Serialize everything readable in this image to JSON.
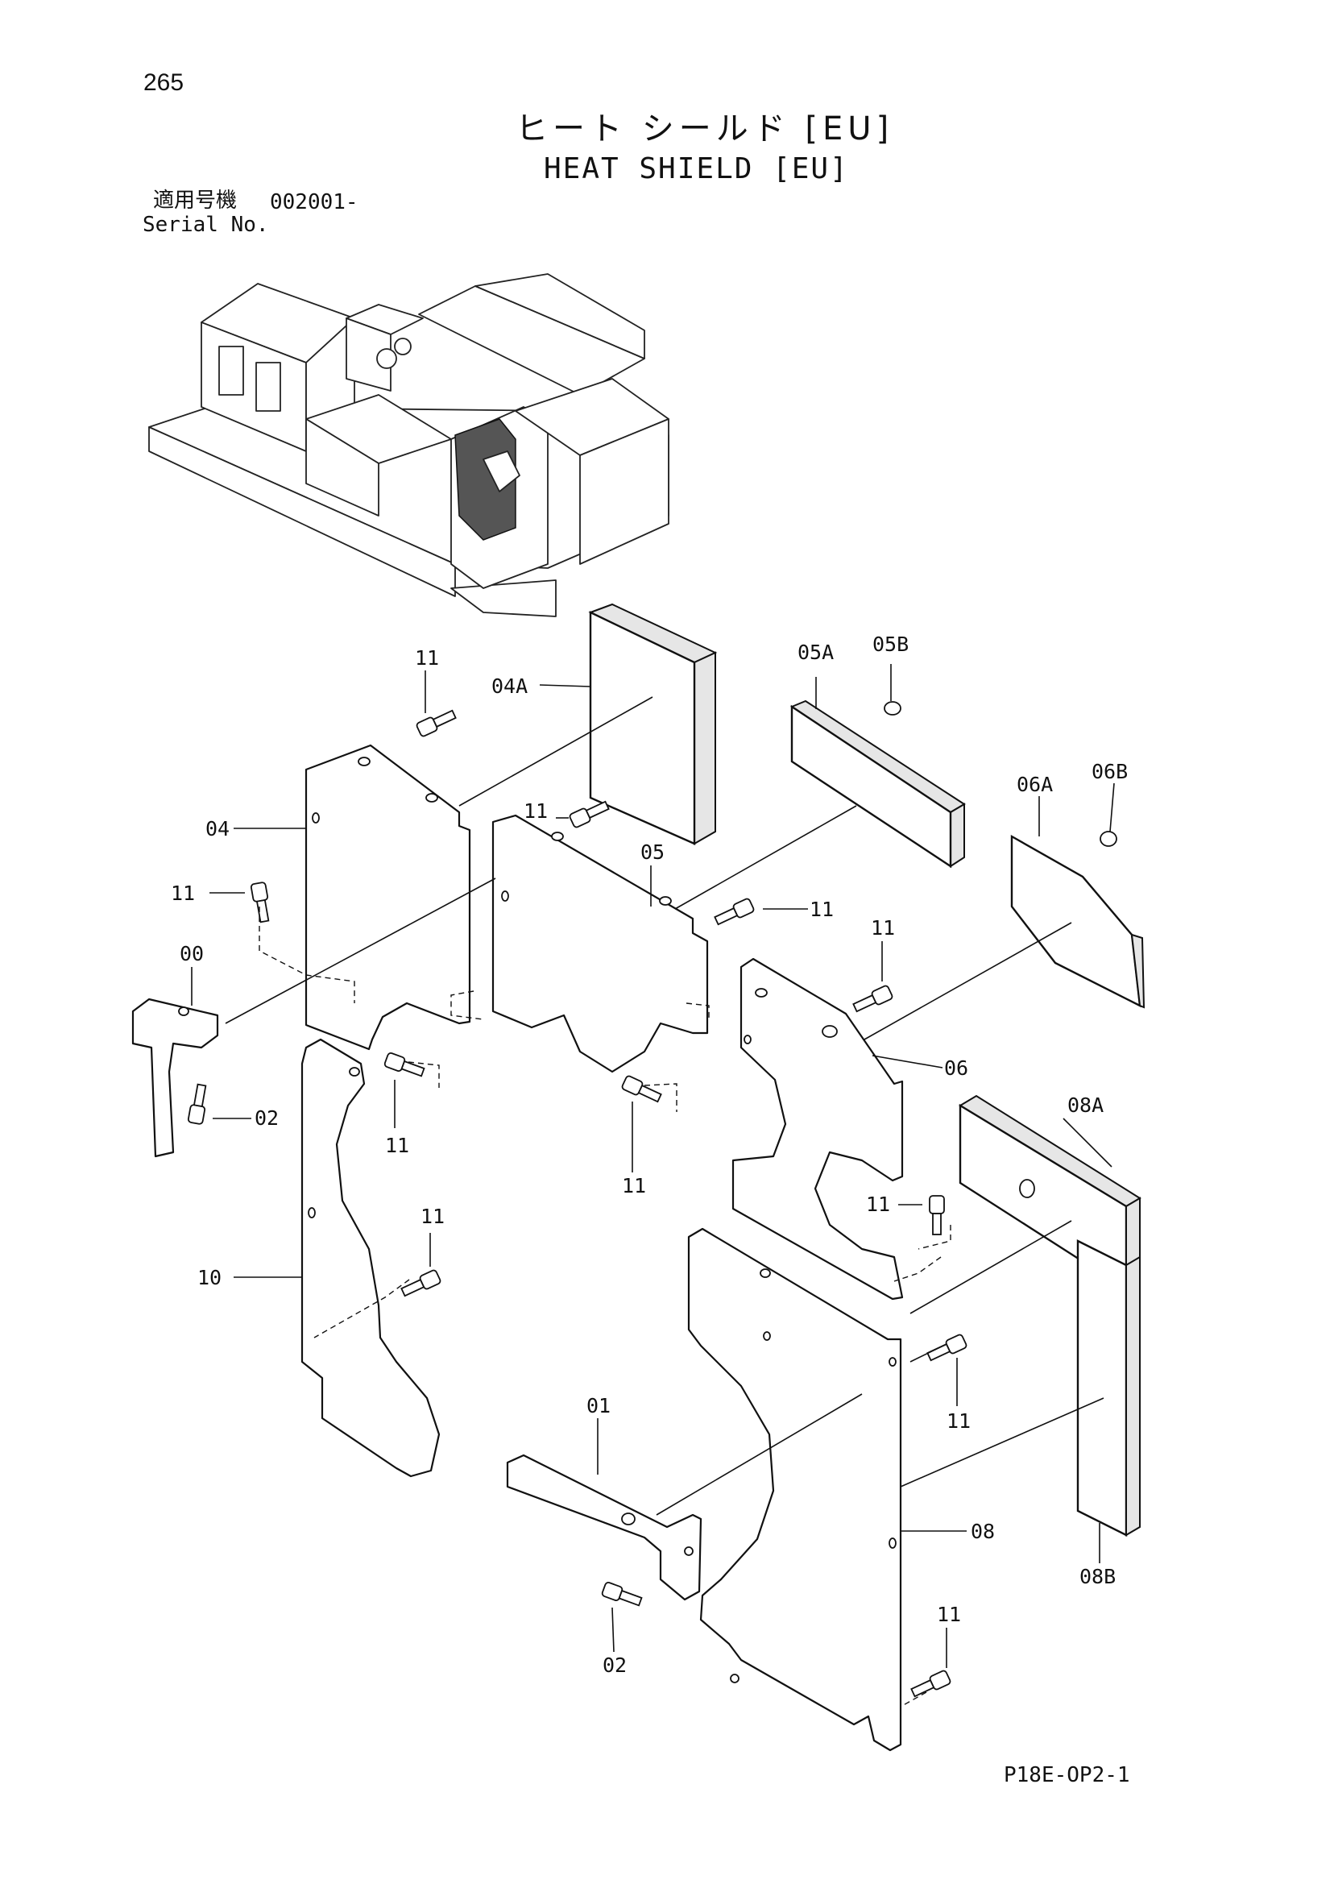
{
  "page_number": "265",
  "title_jp": "ヒート シールド [EU]",
  "title_en": "HEAT SHIELD [EU]",
  "serial_label_jp": "適用号機",
  "serial_value": "002001-",
  "serial_label_en": "Serial No.",
  "document_id": "P18E-OP2-1",
  "callouts": {
    "c11_a": "11",
    "c04A": "04A",
    "c05A": "05A",
    "c05B": "05B",
    "c06A": "06A",
    "c06B": "06B",
    "c04": "04",
    "c11_b": "11",
    "c05": "05",
    "c11_c": "11",
    "c11_d": "11",
    "c00": "00",
    "c11_e": "11",
    "c06": "06",
    "c02_a": "02",
    "c11_f": "11",
    "c11_g": "11",
    "c08A": "08A",
    "c11_h": "11",
    "c11_i": "11",
    "c10": "10",
    "c11_j": "11",
    "c01": "01",
    "c08": "08",
    "c02_b": "02",
    "c08B": "08B",
    "c11_k": "11"
  }
}
